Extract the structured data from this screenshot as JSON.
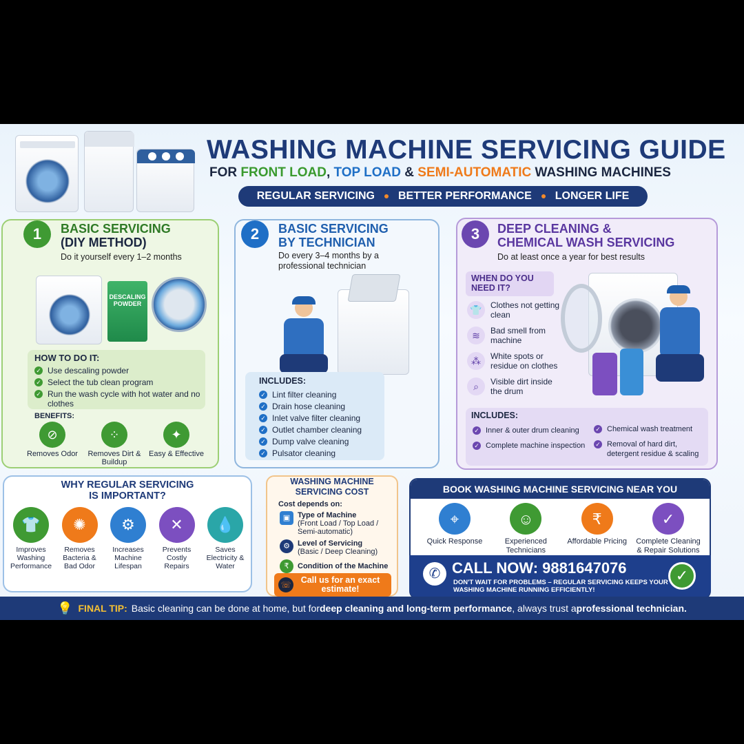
{
  "header": {
    "title": "WASHING MACHINE SERVICING GUIDE",
    "sub_for": "FOR ",
    "sub_front": "FRONT LOAD",
    "sub_comma": ", ",
    "sub_top": "TOP LOAD",
    "sub_amp": " & ",
    "sub_semi": "SEMI-AUTOMATIC",
    "sub_rest": " WASHING MACHINES",
    "pills": [
      "REGULAR SERVICING",
      "BETTER PERFORMANCE",
      "LONGER LIFE"
    ]
  },
  "card1": {
    "number": "1",
    "title1": "BASIC SERVICING",
    "title2": "(DIY METHOD)",
    "desc": "Do it yourself every 1–2 months",
    "powder_label": "DESCALING POWDER",
    "howto_title": "HOW TO DO IT:",
    "steps": [
      "Use descaling powder",
      "Select the tub clean program",
      "Run the wash cycle with hot water and no clothes"
    ],
    "benefits_title": "BENEFITS:",
    "benefits": [
      {
        "label": "Removes Odor",
        "icon": "no-odor-icon"
      },
      {
        "label": "Removes Dirt & Buildup",
        "icon": "dirt-icon"
      },
      {
        "label": "Easy & Effective",
        "icon": "sparkle-icon"
      }
    ]
  },
  "card2": {
    "number": "2",
    "title1": "BASIC SERVICING",
    "title2": "BY TECHNICIAN",
    "desc": "Do every 3–4 months by a professional technician",
    "includes_title": "INCLUDES:",
    "includes": [
      "Lint filter cleaning",
      "Drain hose cleaning",
      "Inlet valve filter cleaning",
      "Outlet chamber cleaning",
      "Dump valve cleaning",
      "Pulsator cleaning"
    ]
  },
  "card3": {
    "number": "3",
    "title1": "DEEP CLEANING &",
    "title2": "CHEMICAL WASH SERVICING",
    "desc": "Do at least once a year for best results",
    "need_title": "WHEN DO YOU NEED IT?",
    "needs": [
      {
        "label": "Clothes not getting clean",
        "icon": "shirt-icon"
      },
      {
        "label": "Bad smell from machine",
        "icon": "smell-icon"
      },
      {
        "label": "White spots or residue on clothes",
        "icon": "spots-icon"
      },
      {
        "label": "Visible dirt inside the drum",
        "icon": "magnifier-icon"
      }
    ],
    "includes_title": "INCLUDES:",
    "includes": [
      "Inner & outer drum cleaning",
      "Complete machine inspection",
      "Chemical wash treatment",
      "Removal of hard dirt, detergent residue & scaling"
    ]
  },
  "why": {
    "title1": "WHY REGULAR SERVICING",
    "title2": "IS IMPORTANT?",
    "items": [
      {
        "label": "Improves Washing Performance",
        "icon": "shirt-sparkle-icon",
        "color": "#3f9a33"
      },
      {
        "label": "Removes Bacteria & Bad Odor",
        "icon": "bacteria-icon",
        "color": "#ef7a1a"
      },
      {
        "label": "Increases Machine Lifespan",
        "icon": "gear-icon",
        "color": "#2f7fd1"
      },
      {
        "label": "Prevents Costly Repairs",
        "icon": "tools-icon",
        "color": "#7c4fc0"
      },
      {
        "label": "Saves Electricity & Water",
        "icon": "water-drop-icon",
        "color": "#2aa6a8"
      }
    ]
  },
  "cost": {
    "title1": "WASHING MACHINE",
    "title2": "SERVICING COST",
    "depends": "Cost depends on:",
    "rows": [
      {
        "title": "Type of Machine",
        "detail": "(Front Load / Top Load / Semi-automatic)",
        "icon": "machine-icon",
        "color": "#2f7fd1"
      },
      {
        "title": "Level of Servicing",
        "detail": "(Basic / Deep Cleaning)",
        "icon": "gear-icon",
        "color": "#1e3a78"
      },
      {
        "title": "Condition of the Machine",
        "detail": "",
        "icon": "rupee-icon",
        "color": "#3f9a33"
      }
    ],
    "call_us": "Call us for an exact estimate!"
  },
  "book": {
    "title": "BOOK WASHING MACHINE SERVICING NEAR YOU",
    "items": [
      {
        "label": "Quick Response",
        "icon": "location-pin-icon",
        "color": "#2f7fd1"
      },
      {
        "label": "Experienced Technicians",
        "icon": "technician-icon",
        "color": "#3f9a33"
      },
      {
        "label": "Affordable Pricing",
        "icon": "rupee-icon",
        "color": "#ef7a1a"
      },
      {
        "label": "Complete Cleaning & Repair Solutions",
        "icon": "shield-check-icon",
        "color": "#7c4fc0"
      }
    ],
    "call_now": "CALL NOW: 9881647076",
    "call_sub1": "DON'T WAIT FOR PROBLEMS – REGULAR SERVICING KEEPS YOUR",
    "call_sub2": "WASHING MACHINE RUNNING EFFICIENTLY!"
  },
  "tip": {
    "label": "FINAL TIP:",
    "t1": "Basic cleaning can be done at home, but for ",
    "b1": "deep cleaning and long-term performance",
    "t2": ", always trust a ",
    "b2": "professional technician."
  },
  "colors": {
    "navy": "#1e3a78",
    "green": "#3f9a33",
    "blue": "#2f7fd1",
    "orange": "#ef7a1a",
    "purple": "#7c4fc0"
  }
}
